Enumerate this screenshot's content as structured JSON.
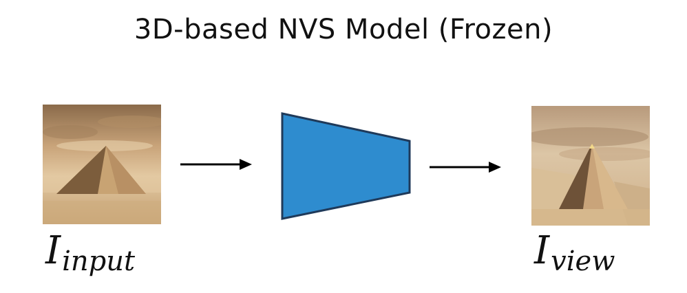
{
  "title": "3D-based NVS Model (Frozen)",
  "input_label": {
    "main": "I",
    "sub": "input"
  },
  "view_label": {
    "main": "I",
    "sub": "view"
  },
  "colors": {
    "model_fill": "#2e8ccf",
    "model_stroke": "#1f3a5a",
    "arrow": "#000000"
  },
  "icons": {
    "input_image": "pyramid-desert-photo",
    "view_image": "pyramid-novel-view-photo",
    "model": "trapezoid-encoder-shape"
  }
}
